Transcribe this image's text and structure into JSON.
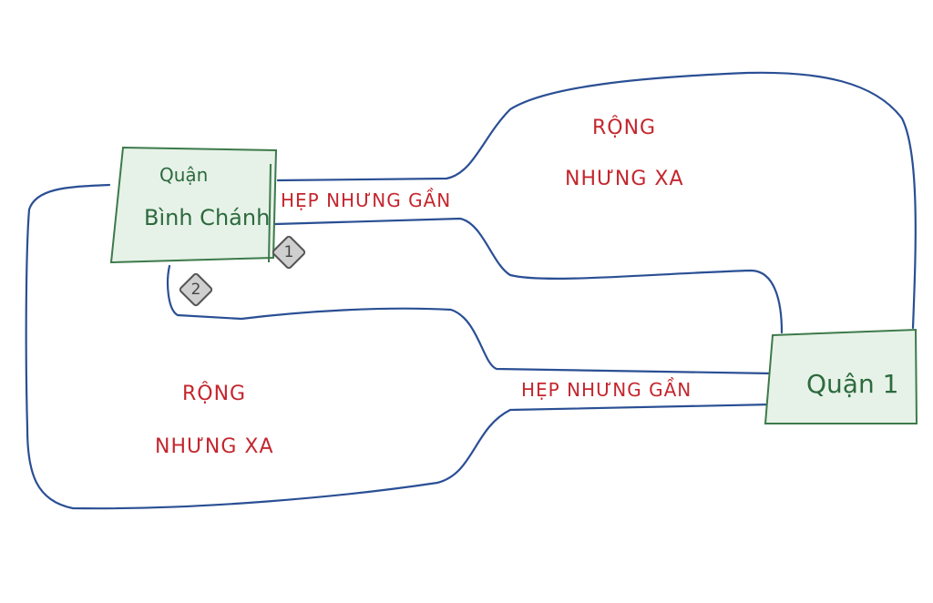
{
  "nodes": {
    "binh_chanh": {
      "line1": "Quận",
      "line2": "Bình Chánh"
    },
    "quan1": {
      "label": "Quận 1"
    }
  },
  "routes": {
    "route1": {
      "badge": "1",
      "narrow_label": "HẸP NHƯNG GẦN",
      "wide_label_1": "RỘNG",
      "wide_label_2": "NHƯNG XA"
    },
    "route2": {
      "badge": "2",
      "narrow_label": "HẸP NHƯNG GẦN",
      "wide_label_1": "RỘNG",
      "wide_label_2": "NHƯNG XA"
    }
  },
  "colors": {
    "road": "#2a4f94",
    "label": "#c4262e",
    "node_text": "#2d6a3e",
    "node_fill": "#e6f2e8",
    "node_border": "#3d7a4a"
  }
}
